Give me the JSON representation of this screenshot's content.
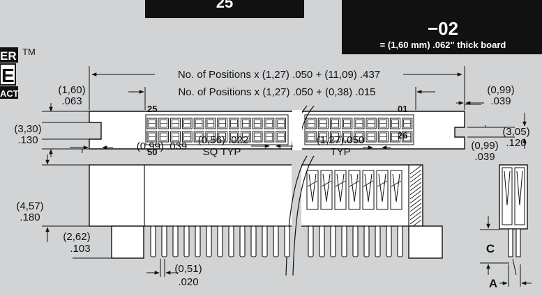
{
  "boxes": {
    "positions_value": "25",
    "board_code": "−02",
    "board_desc": "= (1,60 mm) .062\" thick board"
  },
  "logo": {
    "text_top": "ER",
    "text_mid": "E",
    "text_bot": "ACT",
    "trademark": "TM"
  },
  "dimensions": {
    "overall_length": "No. of Positions x (1,27) .050  + (11,09) .437",
    "contact_span": "No. of Positions x (1,27) .050 + (0,38) .015",
    "left_top_mm": "(1,60)",
    "left_top_in": ".063",
    "right_top_mm": "(0,99)",
    "right_top_in": ".039",
    "height_mm": "(3,30)",
    "height_in": ".130",
    "slot_mm": "(3,05)",
    "slot_in": ".120",
    "right_bot_mm": "(0,99)",
    "right_bot_in": ".039",
    "left_bot": "(0,99) .039",
    "square": "(0,56) .022",
    "square_note": "SQ TYP",
    "pitch": "(1,27).050",
    "pitch_note": "TYP",
    "body_h_mm": "(4,57)",
    "body_h_in": ".180",
    "standoff_mm": "(2,62)",
    "standoff_in": ".103",
    "pin_w_mm": "(0,51)",
    "pin_w_in": ".020",
    "label_c": "C",
    "label_a": "A"
  },
  "pin_labels": {
    "top_left": "25",
    "top_right": "01",
    "bottom_left": "50",
    "bottom_right": "26"
  }
}
